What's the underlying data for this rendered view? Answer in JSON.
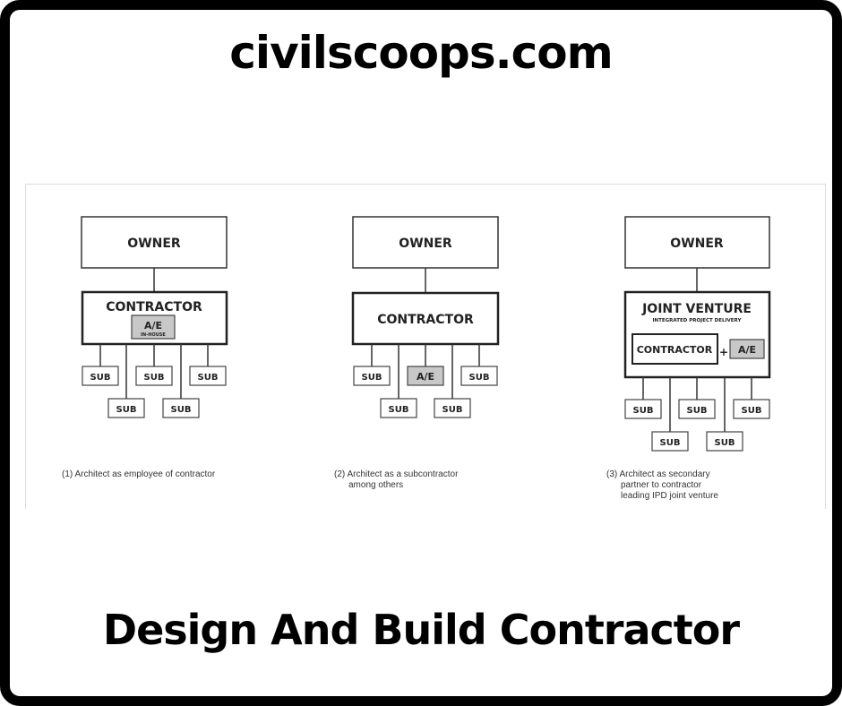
{
  "header": {
    "site_title": "civilscoops.com"
  },
  "footer": {
    "title": "Design And Build Contractor"
  },
  "diagrams": [
    {
      "owner_label": "OWNER",
      "contractor_label": "CONTRACTOR",
      "ae_label": "A/E",
      "ae_sublabel": "IN-HOUSE",
      "subs": [
        "SUB",
        "SUB",
        "SUB",
        "SUB",
        "SUB"
      ],
      "caption": [
        "(1) Architect as employee of contractor"
      ]
    },
    {
      "owner_label": "OWNER",
      "contractor_label": "CONTRACTOR",
      "ae_label": "A/E",
      "subs": [
        "SUB",
        "SUB",
        "SUB",
        "SUB"
      ],
      "caption": [
        "(2) Architect as a subcontractor",
        "among others"
      ]
    },
    {
      "owner_label": "OWNER",
      "jv_label": "JOINT VENTURE",
      "jv_sublabel": "INTEGRATED PROJECT DELIVERY",
      "contractor_label": "CONTRACTOR",
      "plus": "+",
      "ae_label": "A/E",
      "subs": [
        "SUB",
        "SUB",
        "SUB",
        "SUB",
        "SUB"
      ],
      "caption": [
        "(3) Architect as secondary",
        "partner to contractor",
        "leading IPD joint venture"
      ]
    }
  ],
  "colors": {
    "frame": "#000000",
    "line": "#2a2a2a",
    "ae_fill": "#c8c8c8"
  }
}
